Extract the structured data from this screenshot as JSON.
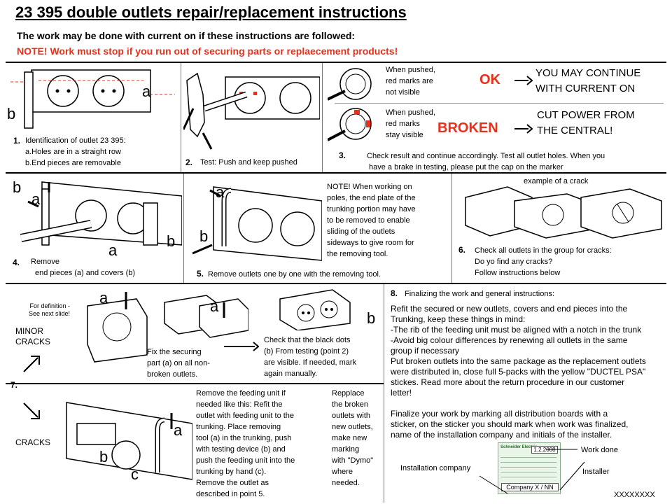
{
  "header": {
    "title": "23 395 double outlets repair/replacement instructions",
    "subtitle": "The work may be done with current on if these instructions are followed:",
    "warning": "NOTE! Work must stop if you run out of securing parts or replaecement products!"
  },
  "step1": {
    "number": "1.",
    "line1": "Identification of outlet 23 395:",
    "line2": "a.Holes are in a straight row",
    "line3": "b.End pieces are removable",
    "label_a": "a",
    "label_b": "b"
  },
  "step2": {
    "number": "2.",
    "text": "Test: Push and keep pushed"
  },
  "step3": {
    "number": "3.",
    "pushed_not_visible_1": "When pushed,",
    "pushed_not_visible_2": "red marks are",
    "pushed_not_visible_3": "not visible",
    "pushed_visible_1": "When pushed,",
    "pushed_visible_2": "red marks",
    "pushed_visible_3": "stay visible",
    "ok_label": "OK",
    "ok_text_1": "YOU MAY CONTINUE",
    "ok_text_2": "WITH CURRENT ON",
    "broken_label": "BROKEN",
    "broken_text_1": "CUT POWER FROM",
    "broken_text_2": "THE CENTRAL!",
    "result_1": "Check result and continue accordingly. Test all outlet holes. When you",
    "result_2": "have a brake in testing, please put the cap on the marker"
  },
  "step4": {
    "number": "4.",
    "line1": "Remove",
    "line2": "end pieces (a) and covers (b)",
    "label_b_top": "b",
    "label_a_top": "a",
    "label_b_right": "b",
    "label_a_bottom": "a"
  },
  "step5": {
    "number": "5.",
    "text": "Remove outlets one by one with the removing tool.",
    "label_a": "a",
    "label_b": "b",
    "note_1": "NOTE! When working on",
    "note_2": "poles, the end plate of the",
    "note_3": "trunking portion may have",
    "note_4": "to be removed to enable",
    "note_5": "sliding of the outlets",
    "note_6": "sideways to give room for",
    "note_7": "the removing tool."
  },
  "step6": {
    "number": "6.",
    "crack_caption": "example of a crack",
    "line1": "Check all outlets in the group for cracks:",
    "line2": "Do yo find any cracks?",
    "line3": "Follow instructions below"
  },
  "step7": {
    "number": "7.",
    "definition_1": "For definition -",
    "definition_2": "See next slide!",
    "minor_1": "MINOR",
    "minor_2": "CRACKS",
    "cracks": "CRACKS",
    "fix_1": "Fix the securing",
    "fix_2": "part (a) on all non-",
    "fix_3": "broken outlets.",
    "check_1": "Check that the black dots",
    "check_2": "(b) From testing (point 2)",
    "check_3": "are visible. If needed, mark",
    "check_4": "again manually.",
    "label_a1": "a",
    "label_a2": "a",
    "label_b": "b",
    "feed_1": "Remove the feeding unit if",
    "feed_2": "needed like this: Refit the",
    "feed_3": "outlet with feeding unit to the",
    "feed_4": "trunking. Place  removing",
    "feed_5": "tool (a) in the trunking, push",
    "feed_6": "with testing device (b) and",
    "feed_7": "push the feeding unit into the",
    "feed_8": "trunking by hand (c).",
    "feed_9": "Remove the outlet as",
    "feed_10": "described in point 5.",
    "replace_1": "Repplace",
    "replace_2": "the broken",
    "replace_3": "outlets with",
    "replace_4": "new outlets,",
    "replace_5": "make new",
    "replace_6": "marking",
    "replace_7": "with \"Dymo\"",
    "replace_8": "where",
    "replace_9": "needed.",
    "label_fa": "a",
    "label_fb": "b",
    "label_fc": "c"
  },
  "step8": {
    "number": "8.",
    "heading": "Finalizing the work and general instructions:",
    "p1": "Refit the secured or new outlets, covers and end pieces into the",
    "p2": "Trunking, keep these things in mind:",
    "p3": "-The rib of the feeding unit must be aligned with a notch in the trunk",
    "p4": "-Avoid big colour differences by renewing all outlets in the same",
    "p5": "group if necessary",
    "p6": "Put broken outlets into the same package as the replacement outlets",
    "p7": "were distributed in, close full 5-packs with the yellow \"DUCTEL PSA\"",
    "p8": "stickes. Read more about the return procedure in our customer",
    "p9": "letter!",
    "f1": "Finalize your work by marking all distribution boards with a",
    "f2": "sticker, on the sticker you should mark when work was finalized,",
    "f3": "name of the installation company  and initials of the installer.",
    "work_done": "Work done",
    "installation_company": "Installation company",
    "installer": "Installer",
    "sticker_date": "1.2.2008",
    "sticker_company": "Company X / NN",
    "sticker_brand": "Schneider Electric",
    "footer_code": "XXXXXXXX"
  },
  "colors": {
    "accent_red": "#e8301a",
    "sticker_bg": "#e9f5e9"
  }
}
